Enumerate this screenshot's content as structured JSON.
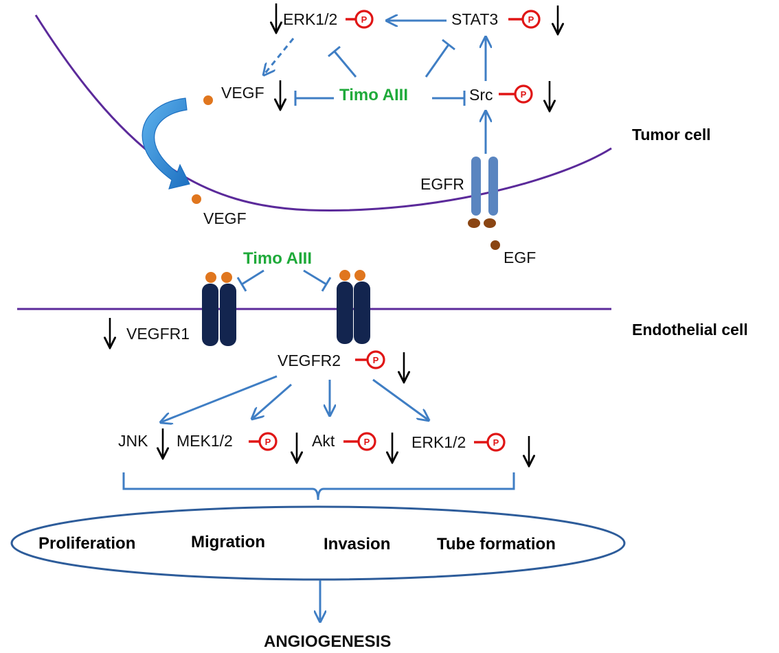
{
  "colors": {
    "membrane": "#5b2a9a",
    "pathway": "#3f7ec4",
    "inhibitor_label": "#1faa3a",
    "phospho": "#e01515",
    "down_arrow": "#000000",
    "ligand_vegf": "#e0761e",
    "ligand_egf": "#8a4513",
    "egfr_receptor": "#5a85c0",
    "vegfr_receptor": "#13254f",
    "secretion_arrow": "#2a8ad6",
    "ellipse_border": "#2d5c9a"
  },
  "regions": {
    "tumor": "Tumor cell",
    "endothelial": "Endothelial cell"
  },
  "tumor": {
    "erk": "ERK1/2",
    "stat3": "STAT3",
    "vegf_inner": "VEGF",
    "drug": "Timo AIII",
    "src": "Src",
    "vegf_secreted": "VEGF",
    "egfr": "EGFR",
    "egf": "EGF"
  },
  "endothelial": {
    "drug": "Timo AIII",
    "vegfr1": "VEGFR1",
    "vegfr2": "VEGFR2",
    "jnk": "JNK",
    "mek": "MEK1/2",
    "akt": "Akt",
    "erk": "ERK1/2"
  },
  "phospho_symbol": "P",
  "outcomes": {
    "proliferation": "Proliferation",
    "migration": "Migration",
    "invasion": "Invasion",
    "tube": "Tube formation"
  },
  "final": "ANGIOGENESIS"
}
